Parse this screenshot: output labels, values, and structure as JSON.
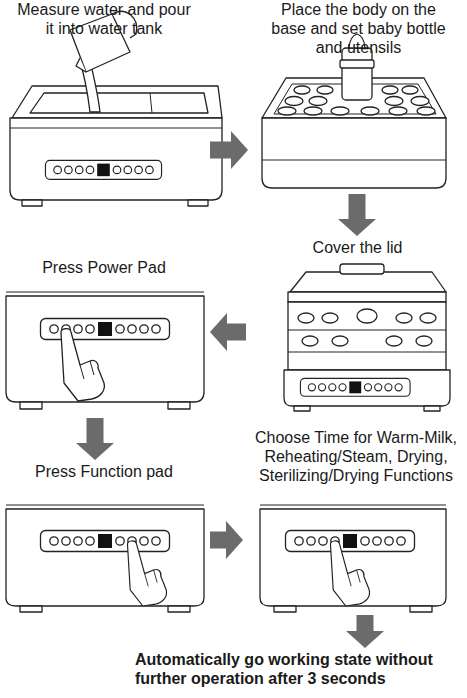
{
  "diagram": {
    "nodes": [
      {
        "text": [
          "Measure water and pour it into water tank"
        ]
      },
      {
        "text": [
          "Place the body on the base and set baby bottle and utensils"
        ]
      },
      {
        "text": [
          "Cover the lid"
        ]
      },
      {
        "text": [
          "Press Power Pad"
        ]
      },
      {
        "text": [
          "Press Function pad"
        ]
      },
      {
        "text": [
          "Choose Time for Warm-Milk, Reheating/Steam, Drying, Sterilizing/Drying Functions"
        ]
      },
      {
        "text": [
          "Automatically go working state without further operation after 3 seconds"
        ]
      }
    ],
    "edges": [
      {
        "from": 0,
        "to": 1,
        "arrow": "to"
      },
      {
        "from": 1,
        "to": 2,
        "arrow": "to"
      },
      {
        "from": 2,
        "to": 3,
        "arrow": "to"
      },
      {
        "from": 3,
        "to": 4,
        "arrow": "to"
      },
      {
        "from": 4,
        "to": 5,
        "arrow": "to"
      },
      {
        "from": 5,
        "to": 6,
        "arrow": "to"
      }
    ]
  }
}
